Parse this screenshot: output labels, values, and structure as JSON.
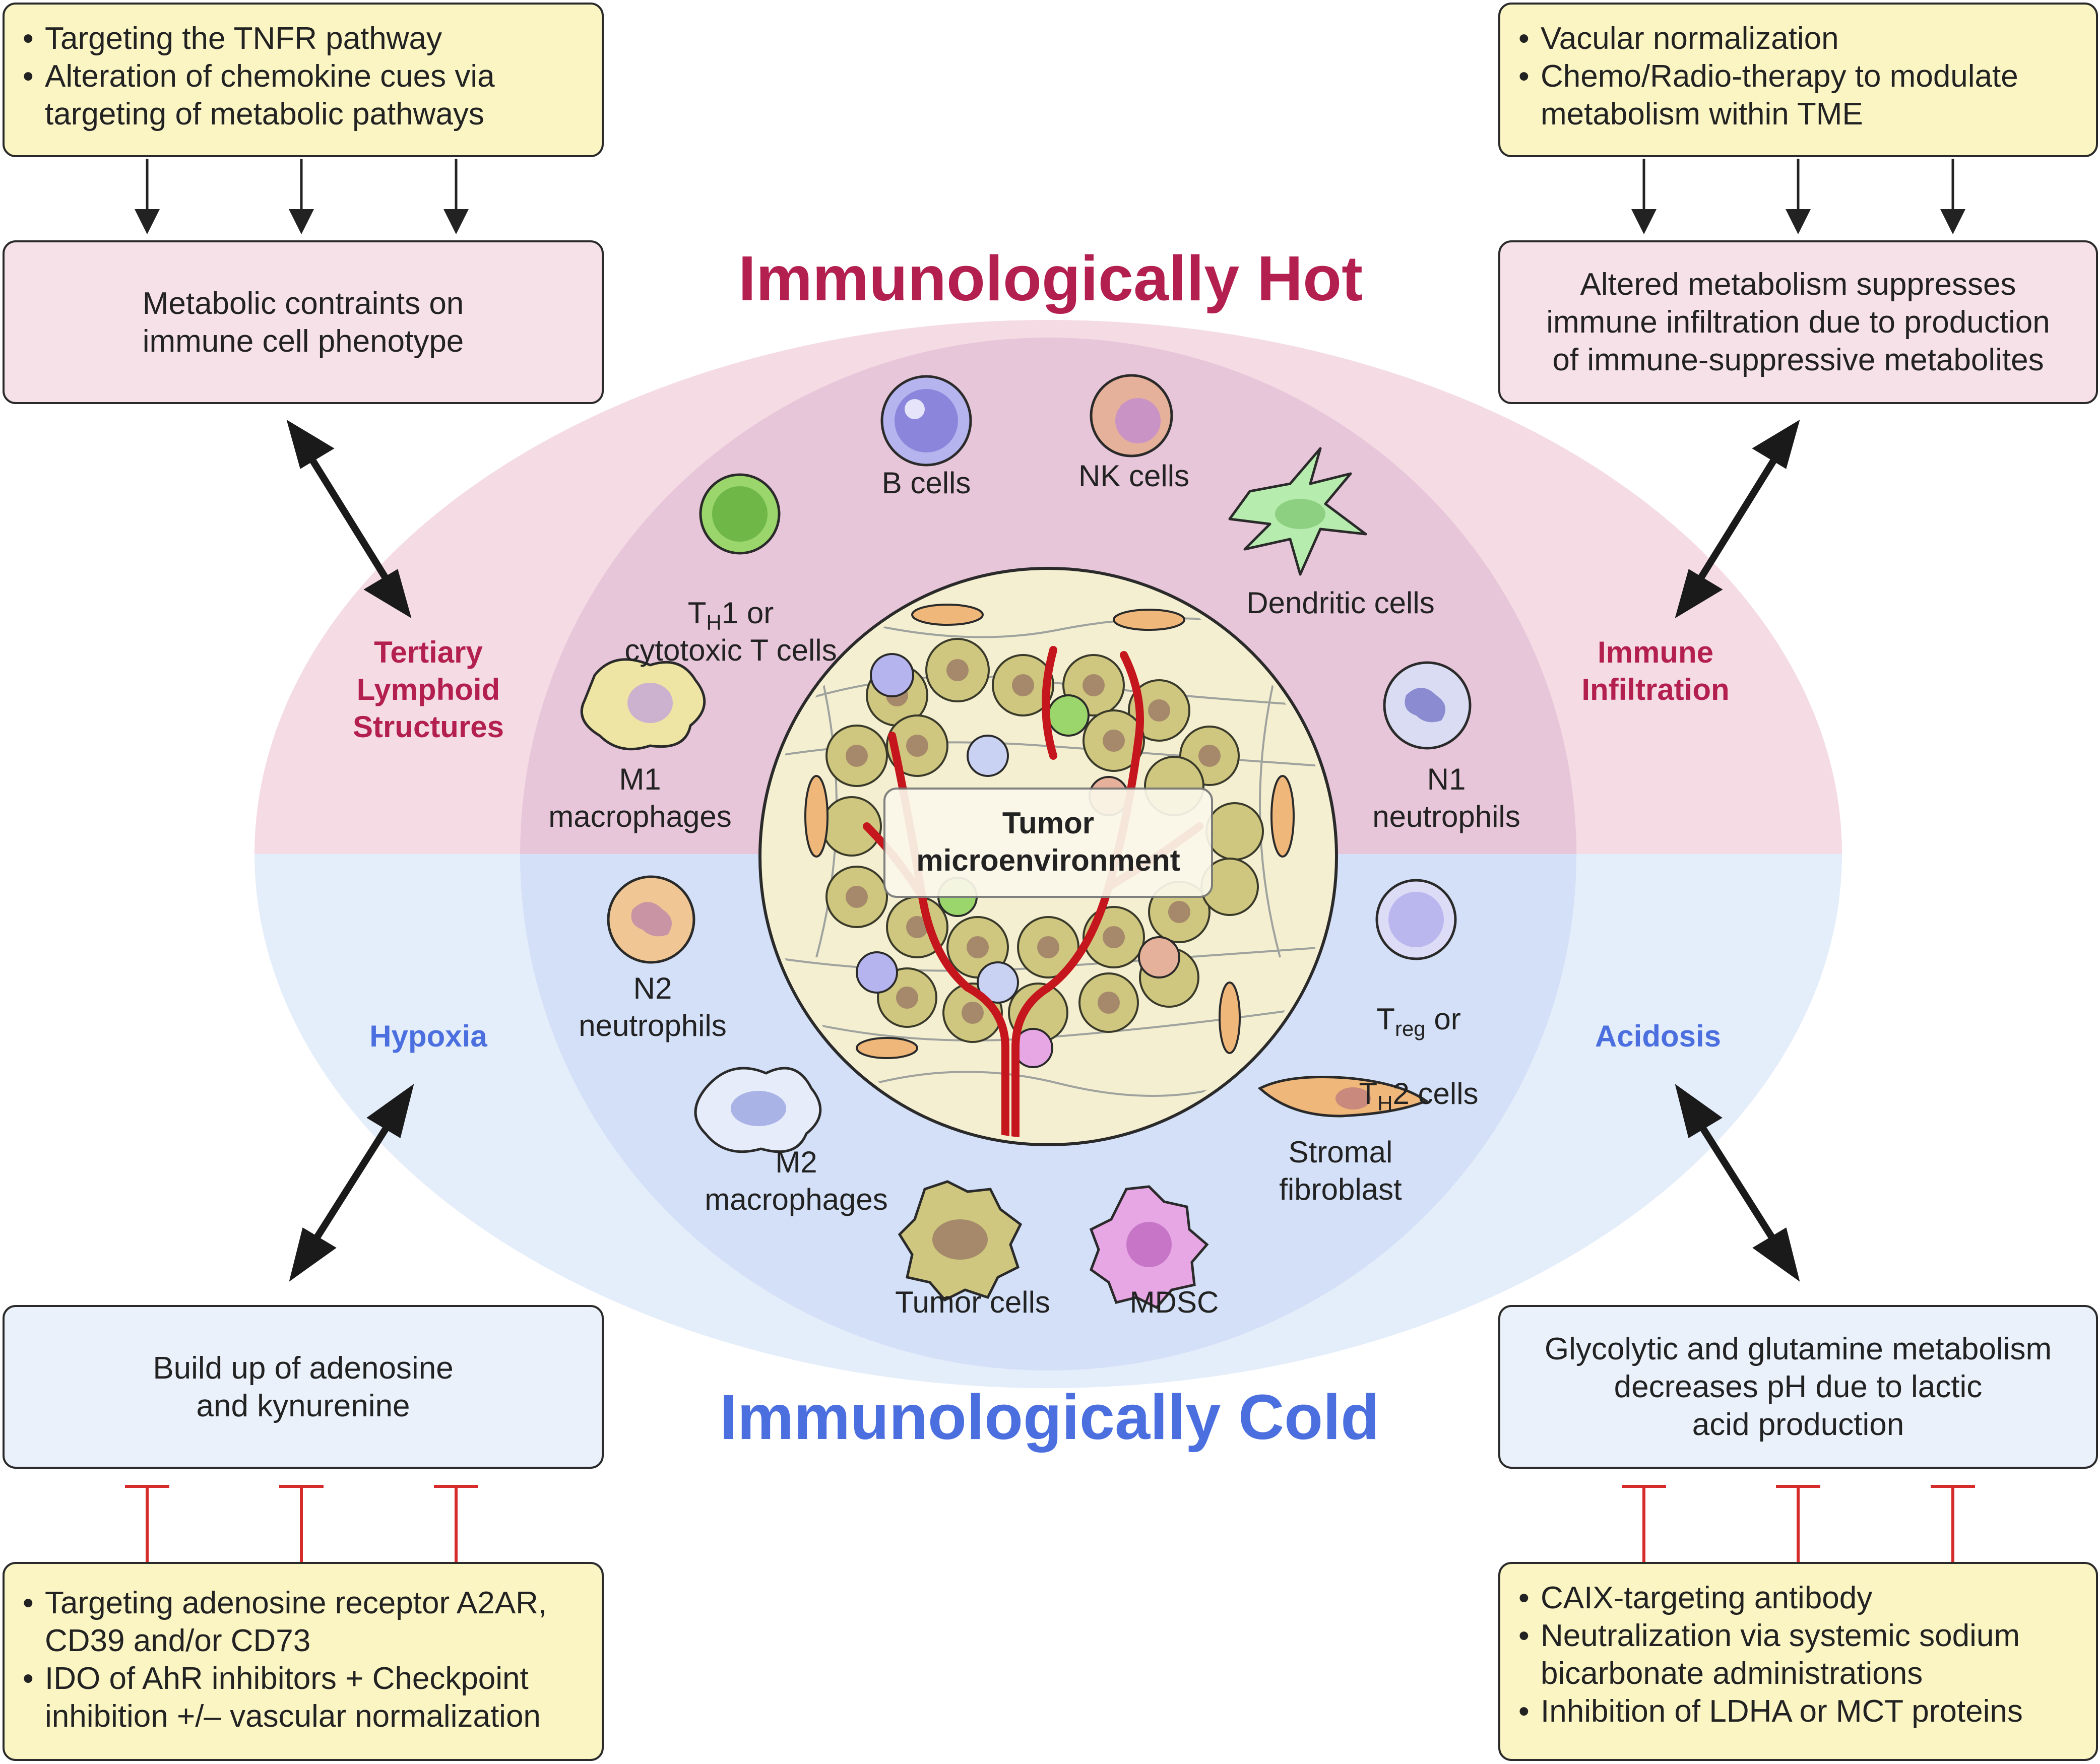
{
  "headings": {
    "hot": "Immunologically Hot",
    "cold": "Immunologically Cold"
  },
  "colors": {
    "hot_text": "#b32050",
    "cold_text": "#4c6fe0",
    "hot_region": "#f4dbe4",
    "hot_inner": "#e8c6d9",
    "cold_region": "#e4edfa",
    "cold_inner": "#d3e0f7",
    "inhibition": "#d62b2b",
    "vessel": "#c4161c"
  },
  "boxes": {
    "top_left_therapy": {
      "bullets": [
        "Targeting the TNFR pathway",
        "Alteration of chemokine cues via targeting of metabolic pathways"
      ]
    },
    "top_left_mechanism": {
      "text": "Metabolic contraints on\nimmune cell phenotype"
    },
    "top_right_therapy": {
      "bullets": [
        "Vacular normalization",
        "Chemo/Radio-therapy to modulate metabolism within TME"
      ]
    },
    "top_right_mechanism": {
      "text": "Altered metabolism suppresses\nimmune infiltration due to production\nof immune-suppressive metabolites"
    },
    "bottom_left_mechanism": {
      "text": "Build up of adenosine\nand kynurenine"
    },
    "bottom_left_therapy": {
      "bullets": [
        "Targeting adenosine receptor A2AR, CD39 and/or CD73",
        "IDO of AhR inhibitors + Checkpoint inhibition +/– vascular normalization"
      ]
    },
    "bottom_right_mechanism": {
      "text": "Glycolytic and glutamine metabolism\ndecreases pH due to lactic\nacid production"
    },
    "bottom_right_therapy": {
      "bullets": [
        "CAIX-targeting antibody",
        "Neutralization via systemic sodium bicarbonate administrations",
        "Inhibition of LDHA or MCT proteins"
      ]
    }
  },
  "side_labels": {
    "tls": "Tertiary\nLymphoid\nStructures",
    "infiltration": "Immune\nInfiltration",
    "hypoxia": "Hypoxia",
    "acidosis": "Acidosis"
  },
  "center_label": "Tumor\nmicroenvironment",
  "cells": {
    "th1": {
      "pre": "T",
      "sub": "H",
      "post": "1 or\ncytotoxic T cells"
    },
    "b_cells": "B cells",
    "nk_cells": "NK cells",
    "dendritic": "Dendritic cells",
    "m1": "M1\nmacrophages",
    "n1": "N1\nneutrophils",
    "n2": "N2\nneutrophils",
    "treg": {
      "l1_pre": "T",
      "l1_sub": "reg",
      "l1_post": " or",
      "l2_pre": "T",
      "l2_sub": "H",
      "l2_post": "2 cells"
    },
    "m2": "M2\nmacrophages",
    "stromal": "Stromal\nfibroblast",
    "tumor_cells": "Tumor cells",
    "mdsc": "MDSC"
  },
  "icons": [
    "down-arrow-icon",
    "double-arrow-icon",
    "inhibition-bar-icon",
    "t-cell-icon",
    "b-cell-icon",
    "nk-cell-icon",
    "dendritic-cell-icon",
    "macrophage-icon",
    "neutrophil-icon",
    "fibroblast-icon",
    "tumor-cell-icon",
    "mdsc-icon",
    "blood-vessel-icon"
  ]
}
